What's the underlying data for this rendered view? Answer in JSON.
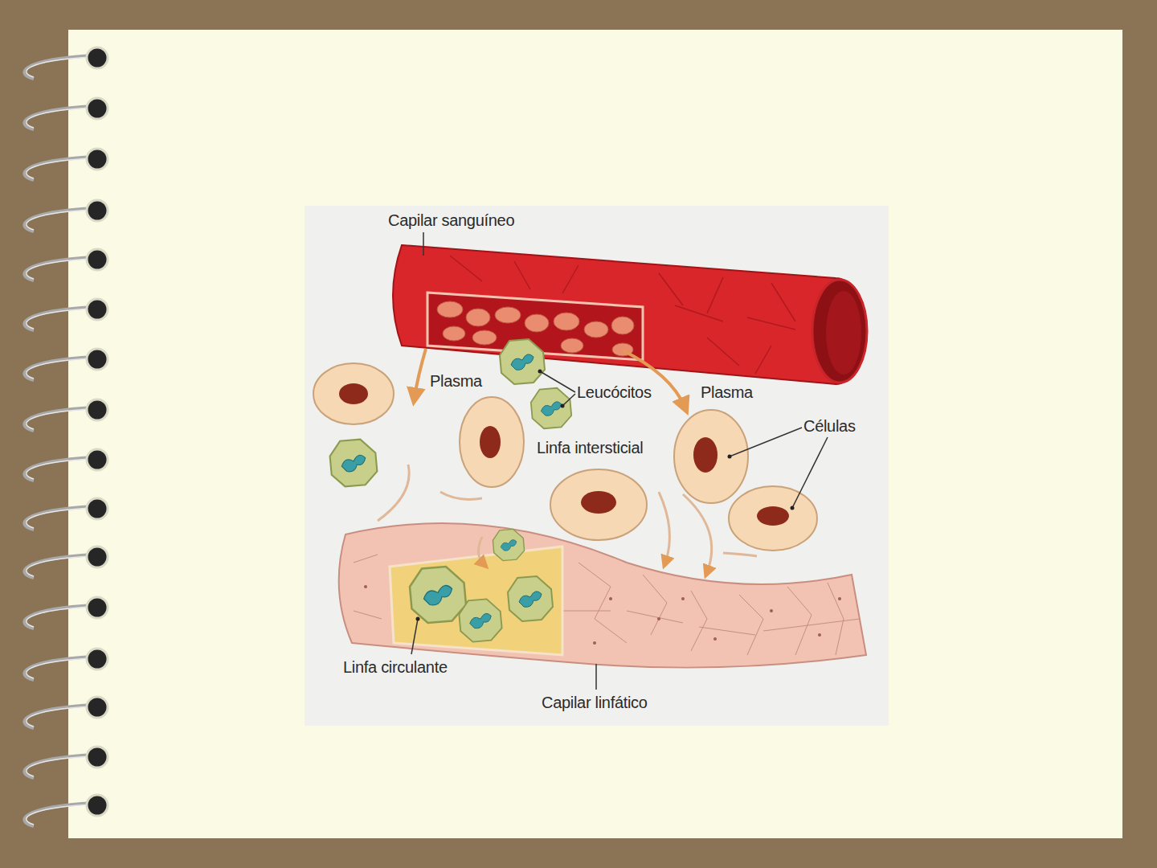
{
  "diagram": {
    "labels": [
      "Capilar sanguíneo",
      "Plasma",
      "Leucócitos",
      "Plasma",
      "Células",
      "Linfa intersticial",
      "Linfa circulante",
      "Capilar linfático"
    ]
  }
}
